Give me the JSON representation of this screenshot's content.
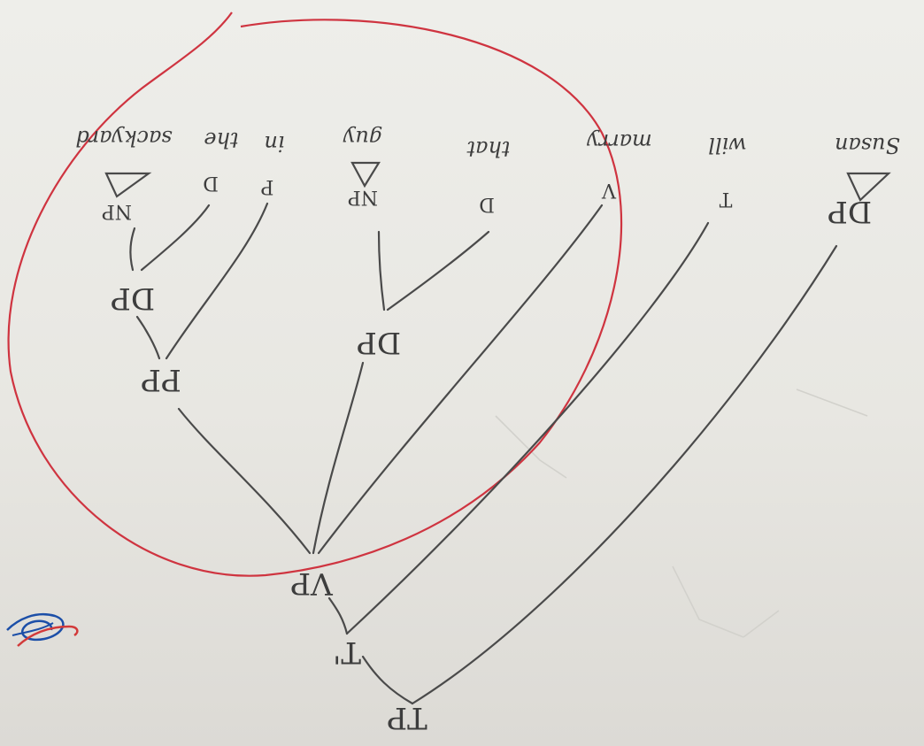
{
  "diagram": {
    "orientation": "upside-down",
    "tree": {
      "root": "TP",
      "children": [
        {
          "label": "DP",
          "word": "Susan"
        },
        {
          "label": "T'",
          "children": [
            {
              "label": "T",
              "word": "will"
            },
            {
              "label": "VP",
              "children": [
                {
                  "label": "V",
                  "word": "marry"
                },
                {
                  "label": "DP",
                  "children": [
                    {
                      "label": "D",
                      "word": "that"
                    },
                    {
                      "label": "NP",
                      "word": "guy"
                    }
                  ]
                },
                {
                  "label": "PP",
                  "children": [
                    {
                      "label": "P",
                      "word": "in"
                    },
                    {
                      "label": "DP",
                      "children": [
                        {
                          "label": "D",
                          "word": "the"
                        },
                        {
                          "label": "NP",
                          "word": "sackyard"
                        }
                      ]
                    }
                  ]
                }
              ]
            }
          ]
        }
      ]
    },
    "labels": {
      "tp": "TP",
      "tbar": "T'",
      "vp": "VP",
      "pp": "PP",
      "dp_pp": "DP",
      "dp_obj": "DP",
      "dp_subj": "DP",
      "np_pp": "NP",
      "np_obj": "NP",
      "t_head": "T",
      "v_head": "V",
      "d_obj": "D",
      "p_head": "P",
      "d_pp": "D"
    },
    "words": {
      "subject": "Susan",
      "aux": "will",
      "verb": "marry",
      "det_obj": "that",
      "noun_obj": "guy",
      "prep": "in",
      "det_pp": "the",
      "noun_pp": "sackyard"
    },
    "circle_color": "#cf3440",
    "ink_color": "#4a4a4a",
    "scribble_colors": [
      "#d23a3a",
      "#1c4fa8"
    ]
  }
}
